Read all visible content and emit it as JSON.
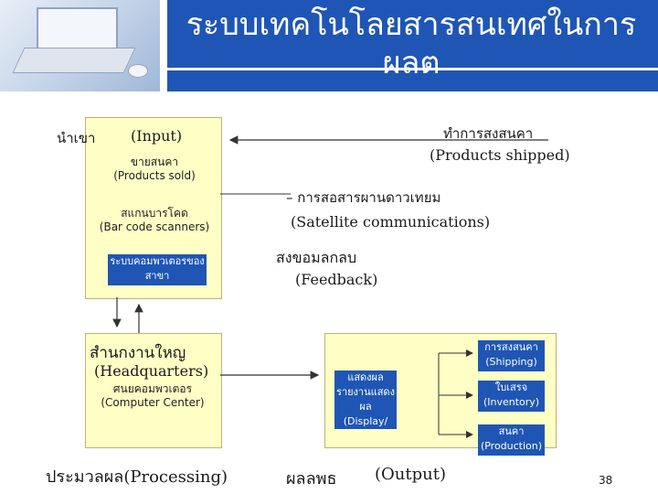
{
  "title": "ระบบเทคโนโลยสารสนเทศในการผลต",
  "labels": {
    "input_th": "นำเขา",
    "input_en": "(Input)",
    "products_sold": "ขายสนคา\n(Products sold)",
    "bar_code": "สแกนบารโคด\n(Bar code scanners)",
    "local_pc": "ระบบคอมพวเตอรของสาขา\n(Local PC System)",
    "shipped_th": "ทำการสงสนคา",
    "shipped_en": "(Products shipped)",
    "satellite_th": "– การสอสารผานดาวเทยม",
    "satellite_en": "(Satellite communications)",
    "feedback_th": "สงขอมลกลบ",
    "feedback_en": "(Feedback)",
    "hq_th": "สำนกงานใหญ",
    "hq_en": "(Headquarters)",
    "computer_center": "ศนยคอมพวเตอร\n(Computer Center)",
    "display": "แสดงผลรายงานแสดงผล\n(Display/\nPrint reports)",
    "shipping": "การสงสนคา\n(Shipping)",
    "inventory": "ใบเสรจ\n(Inventory)",
    "production": "สนคา\n(Production)",
    "processing": "ประมวลผล(Processing)",
    "output_th": "ผลลพธ",
    "output_en": "(Output)",
    "page_number": "38"
  }
}
